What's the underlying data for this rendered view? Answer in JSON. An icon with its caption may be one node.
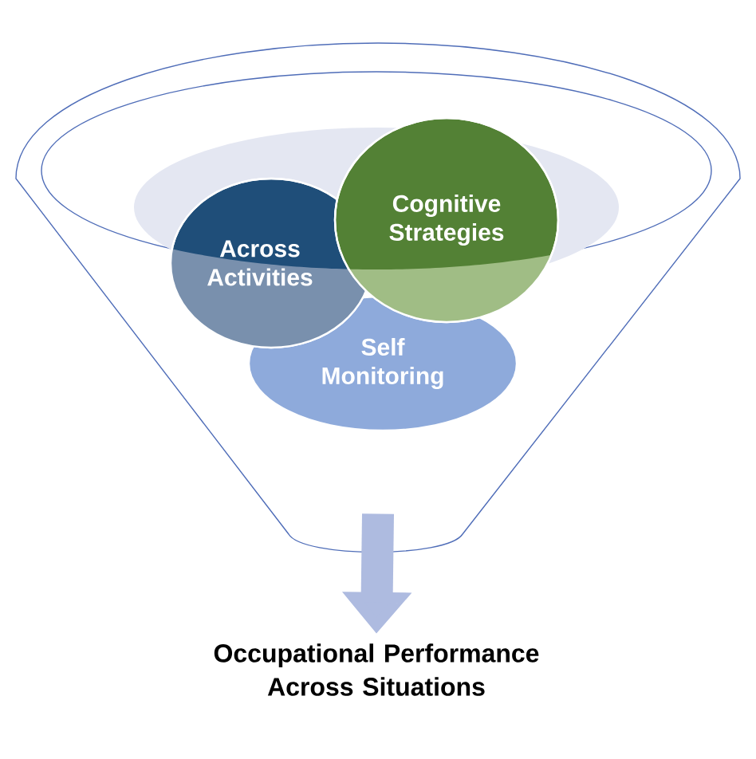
{
  "diagram": {
    "nodes": [
      {
        "text": [],
        "shape": "funnel"
      },
      {
        "text": [
          "Self Monitoring"
        ],
        "in": 0
      },
      {
        "text": [
          "Across Activities"
        ],
        "in": 0
      },
      {
        "text": [
          "Cognitive Strategies"
        ],
        "in": 0
      },
      {
        "text": [
          "Occupational Performance Across Situations"
        ]
      }
    ],
    "edges": [
      {
        "from": 0,
        "to": 4,
        "arrow": "to"
      }
    ]
  }
}
